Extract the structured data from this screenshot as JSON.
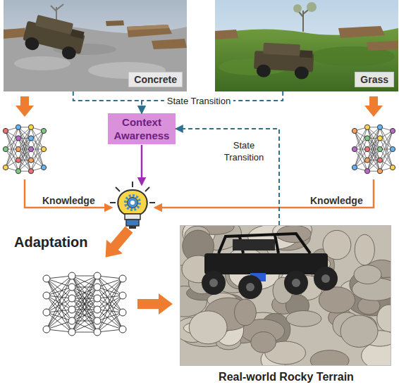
{
  "diagram": {
    "nodes": [
      {
        "text": [
          "Concrete"
        ]
      },
      {
        "text": [
          "Grass"
        ]
      },
      {
        "text": [
          "Context Awareness"
        ]
      },
      {
        "text": [
          "Real-world Rocky Terrain"
        ]
      }
    ],
    "edges": [
      {
        "from": 0,
        "to": 2,
        "arrow": "to",
        "label": "State Transition"
      },
      {
        "from": 1,
        "to": 2,
        "arrow": "to"
      },
      {
        "from": 3,
        "to": 2,
        "arrow": "to",
        "label": "State Transition"
      }
    ],
    "labels": [
      "Knowledge",
      "Knowledge",
      "Adaptation"
    ]
  }
}
